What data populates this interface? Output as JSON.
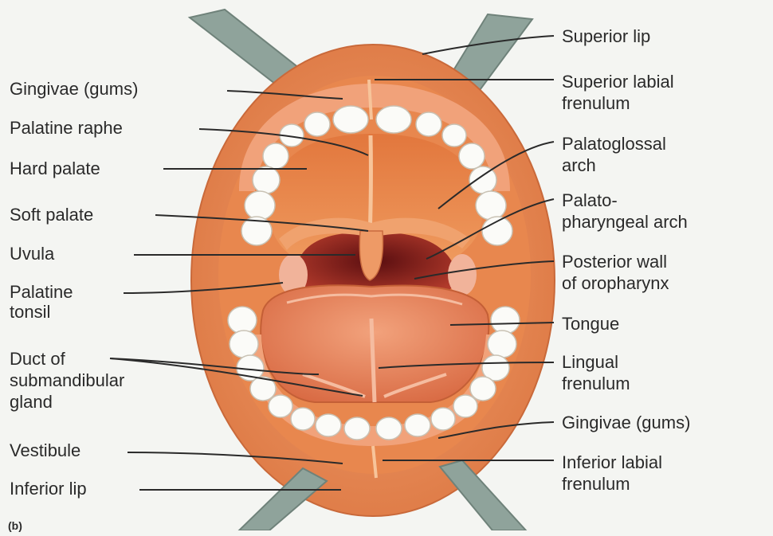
{
  "labels": {
    "left": {
      "gingivae_upper": "Gingivae (gums)",
      "palatine_raphe": "Palatine raphe",
      "hard_palate": "Hard palate",
      "soft_palate": "Soft palate",
      "uvula": "Uvula",
      "palatine_tonsil_1": "Palatine",
      "palatine_tonsil_2": "tonsil",
      "duct_1": "Duct of",
      "duct_2": "submandibular",
      "duct_3": "gland",
      "vestibule": "Vestibule",
      "inferior_lip": "Inferior lip"
    },
    "right": {
      "superior_lip": "Superior lip",
      "superior_frenulum_1": "Superior labial",
      "superior_frenulum_2": "frenulum",
      "palatoglossal_1": "Palatoglossal",
      "palatoglossal_2": "arch",
      "palatopharyngeal_1": "Palato-",
      "palatopharyngeal_2": "pharyngeal arch",
      "posterior_wall_1": "Posterior wall",
      "posterior_wall_2": "of oropharynx",
      "tongue": "Tongue",
      "lingual_frenulum_1": "Lingual",
      "lingual_frenulum_2": "frenulum",
      "gingivae_lower": "Gingivae (gums)",
      "inferior_frenulum_1": "Inferior labial",
      "inferior_frenulum_2": "frenulum"
    }
  },
  "panel_letter": "(b)",
  "colors": {
    "lips": "#e9885a",
    "palate": "#e58a4d",
    "throat": "#8e1f1f",
    "tongue": "#e07e55",
    "teeth": "#fbfbf8",
    "retractor": "#8fa39b"
  }
}
